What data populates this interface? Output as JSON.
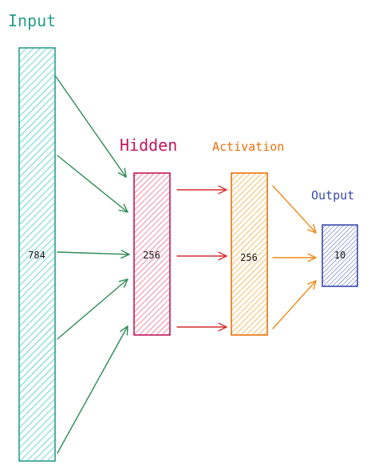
{
  "layers": {
    "input": {
      "title": "Input",
      "value": "784",
      "color": "#2a9d8f",
      "fill": "#2ec4c4"
    },
    "hidden": {
      "title": "Hidden",
      "value": "256",
      "color": "#c2185b",
      "fill": "#ef5b7b"
    },
    "activation": {
      "title": "Activation",
      "value": "256",
      "color": "#e8720c",
      "fill": "#f4a52a"
    },
    "output": {
      "title": "Output",
      "value": "10",
      "color": "#3949ab",
      "fill": "#5c6bc0"
    }
  },
  "connections": {
    "input_to_hidden": {
      "color": "#2e8b57"
    },
    "hidden_to_activation": {
      "color": "#d32f2f"
    },
    "activation_to_output": {
      "color": "#ef8a17"
    }
  }
}
